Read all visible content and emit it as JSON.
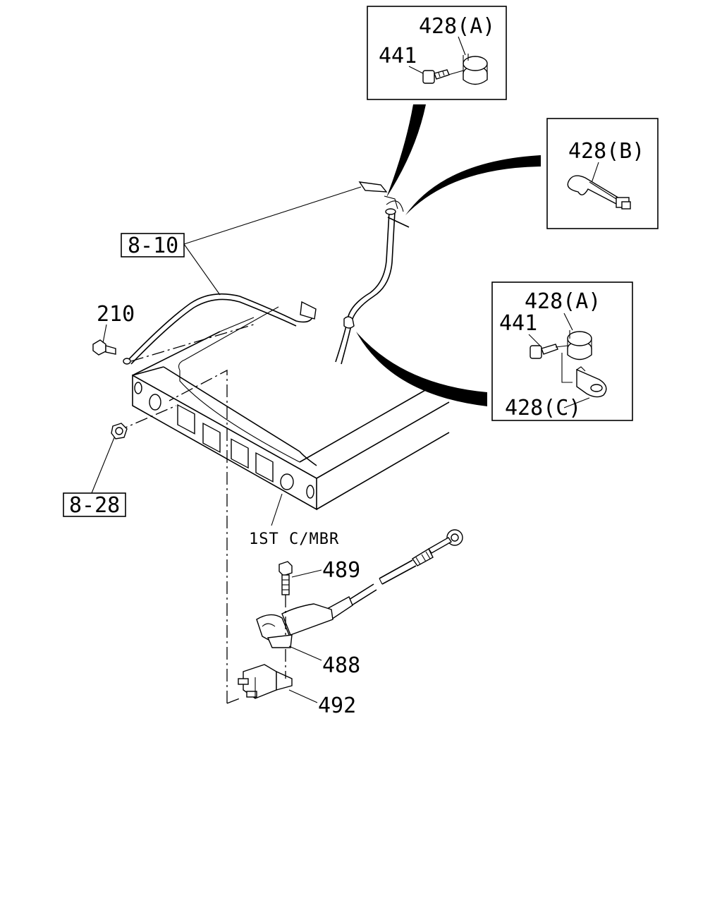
{
  "callouts": {
    "top_box_clip": "428(A)",
    "top_box_bolt": "441",
    "right_box_tie": "428(B)",
    "lower_box_clip_a": "428(A)",
    "lower_box_bolt": "441",
    "lower_box_clip_c": "428(C)",
    "ref_harness": "8-10",
    "ref_nut": "8-28",
    "ground_bolt": "210",
    "crossmember": "1ST C/MBR",
    "bolt_489": "489",
    "bracket_488": "488",
    "switch_492": "492"
  }
}
